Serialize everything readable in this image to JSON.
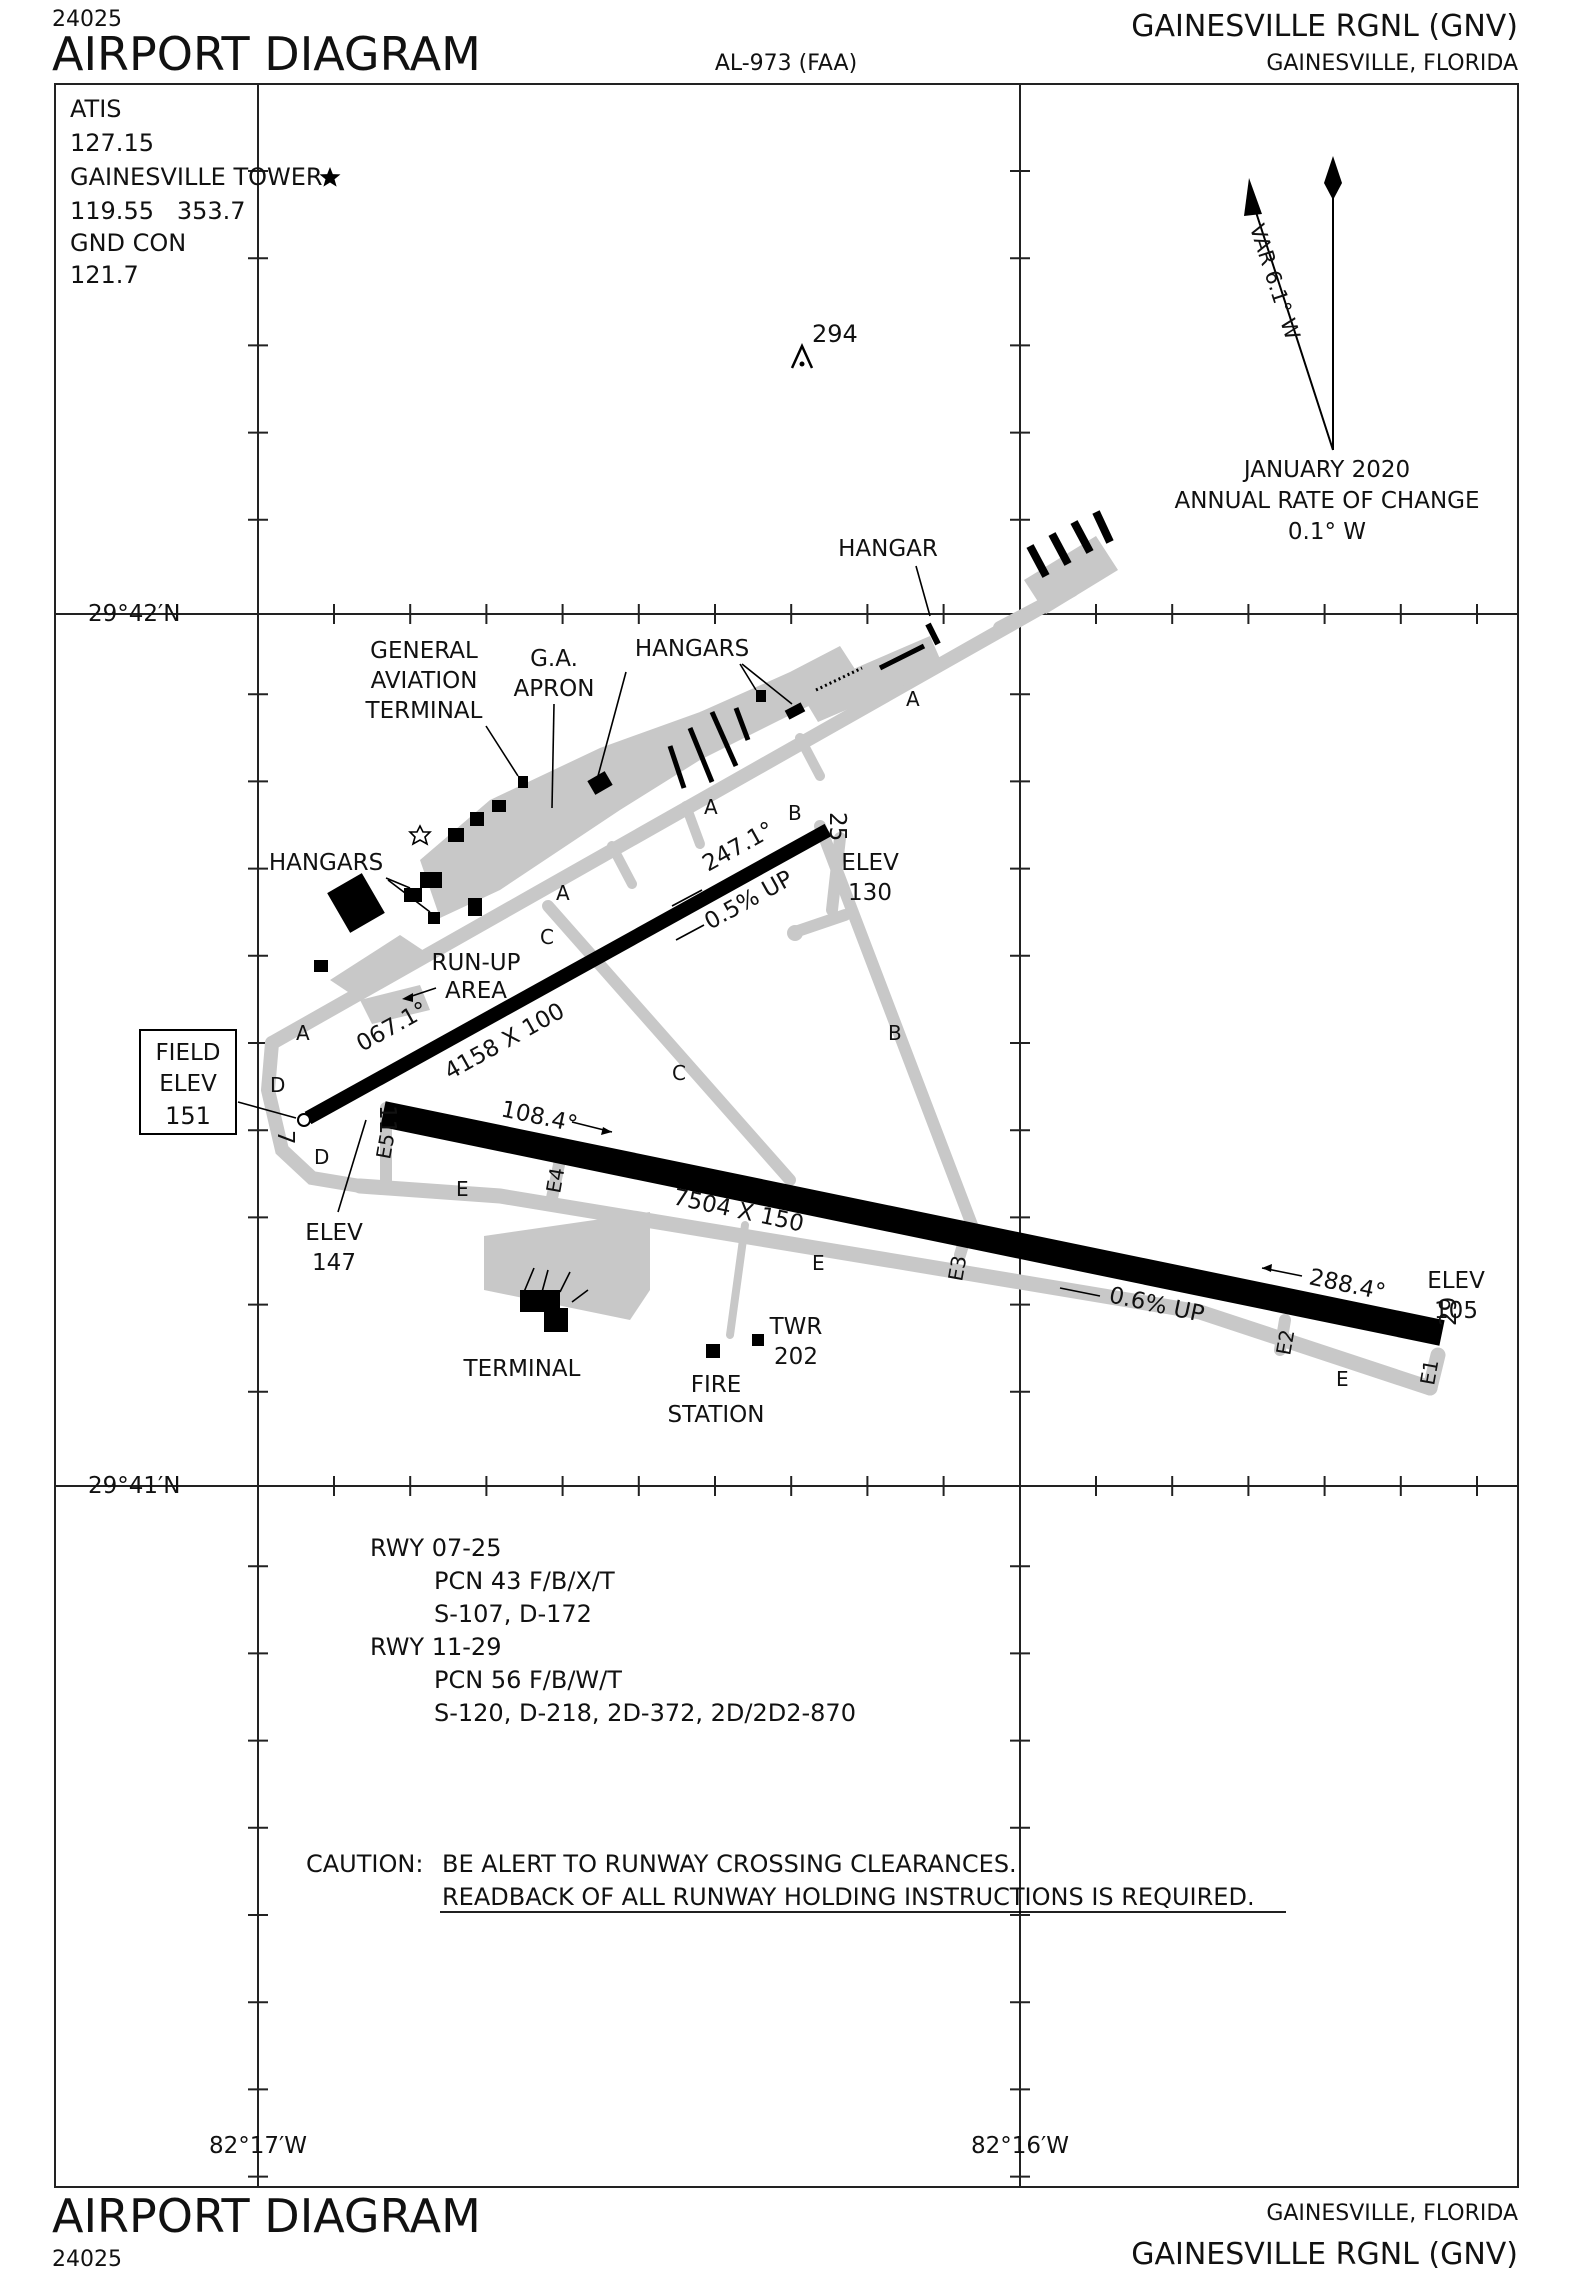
{
  "header": {
    "chart_number_top": "24025",
    "title_top": "AIRPORT DIAGRAM",
    "procedure_id": "AL-973 (FAA)",
    "airport_name_top": "GAINESVILLE RGNL (GNV)",
    "city_state_top": "GAINESVILLE, FLORIDA"
  },
  "footer": {
    "title_bottom": "AIRPORT DIAGRAM",
    "chart_number_bottom": "24025",
    "city_state_bottom": "GAINESVILLE, FLORIDA",
    "airport_name_bottom": "GAINESVILLE RGNL (GNV)"
  },
  "comms": {
    "atis_label": "ATIS",
    "atis_freq": "127.15",
    "tower_label": "GAINESVILLE TOWER",
    "tower_freqs": "119.55   353.7",
    "ground_label": "GND CON",
    "ground_freq": "121.7"
  },
  "obstacle": {
    "elevation": "294"
  },
  "magnetic": {
    "variation": "VAR 6.1° W",
    "epoch_line1": "JANUARY 2020",
    "epoch_line2": "ANNUAL RATE OF CHANGE",
    "epoch_line3": "0.1° W"
  },
  "coords": {
    "lat_upper": "29°42′N",
    "lat_lower": "29°41′N",
    "lon_left": "82°17′W",
    "lon_right": "82°16′W"
  },
  "labels": {
    "hangar_ne": "HANGAR",
    "hangars_n": "HANGARS",
    "ga_apron_1": "G.A.",
    "ga_apron_2": "APRON",
    "ga_terminal_1": "GENERAL",
    "ga_terminal_2": "AVIATION",
    "ga_terminal_3": "TERMINAL",
    "hangars_w": "HANGARS",
    "runup_1": "RUN-UP",
    "runup_2": "AREA",
    "field_elev_1": "FIELD",
    "field_elev_2": "ELEV",
    "field_elev_3": "151",
    "elev_147_1": "ELEV",
    "elev_147_2": "147",
    "elev_130_1": "ELEV",
    "elev_130_2": "130",
    "elev_105_1": "ELEV",
    "elev_105_2": "105",
    "terminal": "TERMINAL",
    "fire_1": "FIRE",
    "fire_2": "STATION",
    "twr_1": "TWR",
    "twr_2": "202"
  },
  "runways": {
    "r07_25": {
      "end_a": "7",
      "end_b": "25",
      "heading_a": "067.1°",
      "heading_b": "247.1°",
      "dimensions": "4158 X 100",
      "gradient": "0.5% UP"
    },
    "r11_29": {
      "end_a": "11",
      "end_b": "29",
      "heading_a": "108.4°",
      "heading_b": "288.4°",
      "dimensions": "7504 X 150",
      "gradient": "0.6% UP"
    }
  },
  "taxiways": {
    "A": "A",
    "B": "B",
    "C": "C",
    "D": "D",
    "E": "E",
    "E1": "E1",
    "E2": "E2",
    "E3": "E3",
    "E4": "E4",
    "E5": "E5"
  },
  "pavement_notes": {
    "rwy1": "RWY 07-25",
    "rwy1_pcn": "PCN 43 F/B/X/T",
    "rwy1_wt": "S-107, D-172",
    "rwy2": "RWY 11-29",
    "rwy2_pcn": "PCN 56 F/B/W/T",
    "rwy2_wt": "S-120, D-218, 2D-372, 2D/2D2-870"
  },
  "caution": {
    "prefix": "CAUTION:",
    "line1": "BE ALERT TO RUNWAY CROSSING CLEARANCES.",
    "line2": "READBACK OF ALL RUNWAY HOLDING INSTRUCTIONS IS REQUIRED."
  }
}
